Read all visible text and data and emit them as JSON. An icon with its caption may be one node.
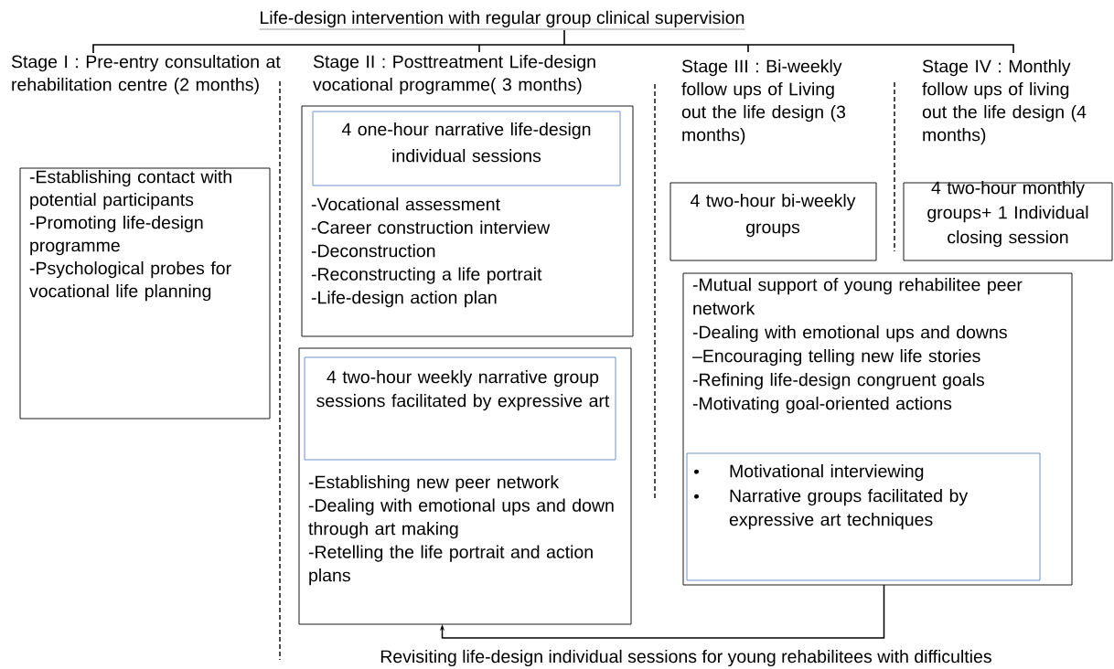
{
  "diagram": {
    "title": "Life-design intervention with regular group clinical supervision",
    "nodes": [
      {
        "text": [
          "-Establishing contact with potential participants",
          "-Promoting life-design programme",
          "-Psychological probes for vocational life planning"
        ]
      },
      {
        "text": [
          "-Vocational assessment",
          "-Career construction interview",
          "-Deconstruction",
          "-Reconstructing a life portrait",
          "-Life-design action plan"
        ]
      },
      {
        "text": [
          "4 one-hour narrative life-design individual sessions"
        ],
        "in": 1
      },
      {
        "text": [
          "-Establishing  new peer network",
          "-Dealing with emotional ups and down through art making",
          "-Retelling the life portrait and action plans"
        ]
      },
      {
        "text": [
          "4 two-hour weekly narrative group sessions facilitated by expressive art"
        ],
        "in": 3
      },
      {
        "text": [
          "4  two-hour bi-weekly groups"
        ]
      },
      {
        "text": [
          "4  two-hour monthly groups+ 1 Individual closing session"
        ]
      },
      {
        "text": [
          "-Mutual support of young rehabilitee peer network",
          "-Dealing with emotional ups and downs",
          "–Encouraging telling new life stories",
          "-Refining life-design congruent goals",
          "-Motivating  goal-oriented actions"
        ]
      },
      {
        "text": [
          "Motivational interviewing",
          "Narrative groups facilitated by expressive art techniques"
        ],
        "in": 7
      }
    ],
    "edges": [
      {
        "from": 7,
        "to": 3,
        "arrow": "to",
        "label": "Revisiting life-design individual sessions for young rehabilitees with difficulties"
      }
    ],
    "labels": [
      "Stage I : Pre-entry consultation at rehabilitation centre (2 months)",
      "Stage II : Posttreatment Life-design vocational programme( 3 months)",
      "Stage III : Bi-weekly follow ups of Living out the life design (3 months)",
      "Stage IV : Monthly follow ups of living out the life design (4 months)"
    ]
  }
}
